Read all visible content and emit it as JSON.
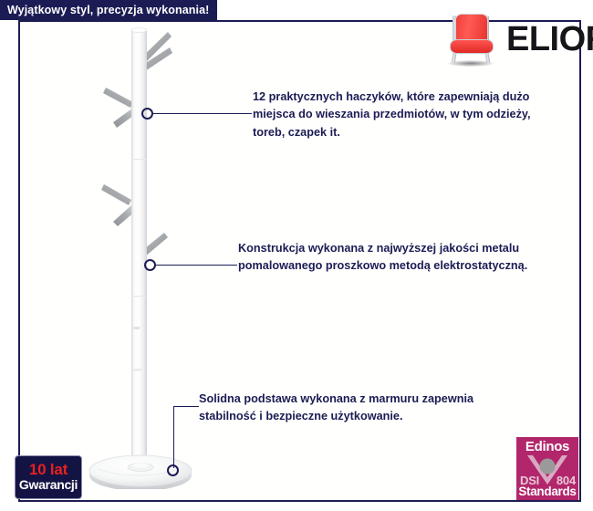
{
  "banner": {
    "text": "Wyjątkowy styl, precyzja wykonania!"
  },
  "logo": {
    "brand": "ELIOR",
    "icon": "red-chair-icon"
  },
  "product": {
    "name": "white-coat-rack-stand",
    "description": "Biały metalowy wieszak stojący z marmurową podstawą"
  },
  "callouts": [
    {
      "id": "hooks",
      "text": "12 praktycznych haczyków, które zapewniają dużo miejsca do wieszania przedmiotów, w tym odzieży, toreb, czapek it."
    },
    {
      "id": "construction",
      "text": "Konstrukcja wykonana z najwyższej jakości metalu pomalowanego proszkowo metodą elektrostatyczną."
    },
    {
      "id": "base",
      "text": "Solidna podstawa wykonana z marmuru zapewnia stabilność i bezpieczne użytkowanie."
    }
  ],
  "warranty": {
    "years": "10 lat",
    "label": "Gwarancji"
  },
  "edinos": {
    "title": "Edinos",
    "dsi": "DSI",
    "number": "804",
    "standards": "Standards"
  },
  "colors": {
    "navy": "#1c1c55",
    "red": "#e8211c",
    "magenta": "#b2276b",
    "chair_red": "#f0403c"
  }
}
